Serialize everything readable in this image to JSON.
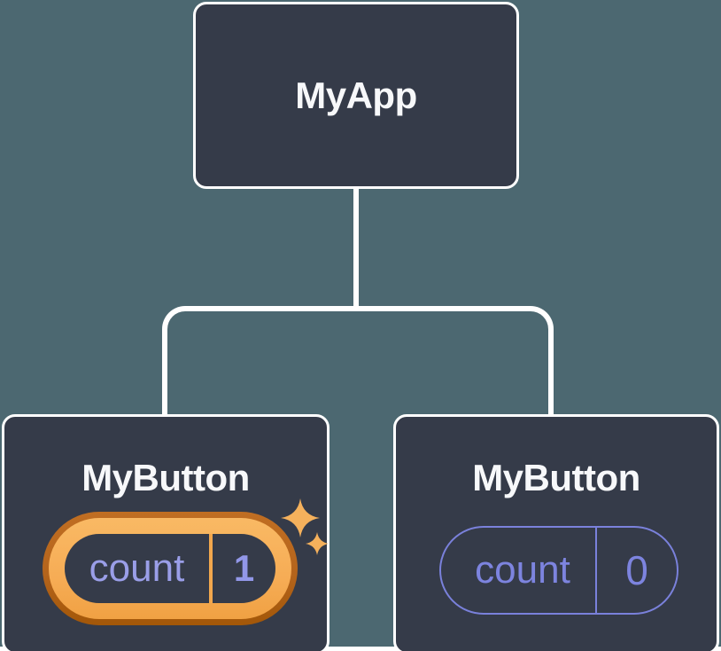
{
  "diagram": {
    "title_hint": "component-state-tree",
    "root": {
      "label": "MyApp"
    },
    "children": [
      {
        "label": "MyButton",
        "highlighted": true,
        "state": {
          "name": "count",
          "value": "1"
        }
      },
      {
        "label": "MyButton",
        "highlighted": false,
        "state": {
          "name": "count",
          "value": "0"
        }
      }
    ]
  },
  "icons": [
    {
      "name": "sparkles-icon"
    }
  ],
  "colors": {
    "background_teal": "#4C6871",
    "page_white": "#FFFFFF",
    "node_fill": "#353B49",
    "node_border": "#FFFFFF",
    "connector": "#FFFFFF",
    "title_text": "#F7F8FA",
    "state_purple": "#7D84DF",
    "state_purple_light": "#9A9EE8",
    "highlight_outer_orange": "#B4641C",
    "highlight_inner_orange": "#F6AC55",
    "pill_divider_orange": "#F2A74D",
    "sparkle_orange": "#F5B15C"
  }
}
